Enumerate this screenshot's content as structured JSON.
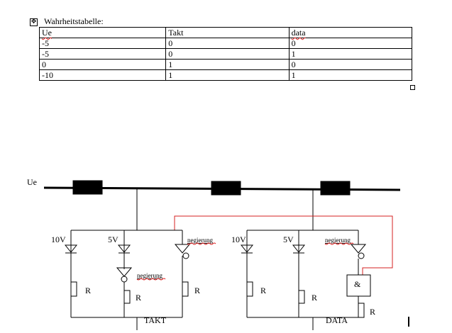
{
  "table": {
    "caption": "Wahrheitstabelle:",
    "move_icon": "move-cross-icon",
    "headers": [
      "Ue",
      "Takt",
      "data"
    ],
    "rows": [
      [
        "-5",
        "0",
        "0"
      ],
      [
        "-5",
        "0",
        "1"
      ],
      [
        "0",
        "1",
        "0"
      ],
      [
        "-10",
        "1",
        "1"
      ]
    ]
  },
  "circuit": {
    "input_label": "Ue",
    "left_block": {
      "voltage_1": "10V",
      "voltage_2": "5V",
      "negation_1": "negierung",
      "negation_2": "negierung",
      "resistor_labels": [
        "R",
        "R",
        "R"
      ],
      "output_label": "TAKT"
    },
    "right_block": {
      "voltage_1": "10V",
      "voltage_2": "5V",
      "negation": "negierung",
      "resistor_labels": [
        "R",
        "R"
      ],
      "and_gate": "&",
      "and_resistor": "R",
      "output_label": "DATA"
    },
    "colors": {
      "wire": "#000000",
      "signal_wire": "#d42020",
      "spelling_mark": "#e02020"
    }
  },
  "cursor_icon": "text-cursor-icon"
}
